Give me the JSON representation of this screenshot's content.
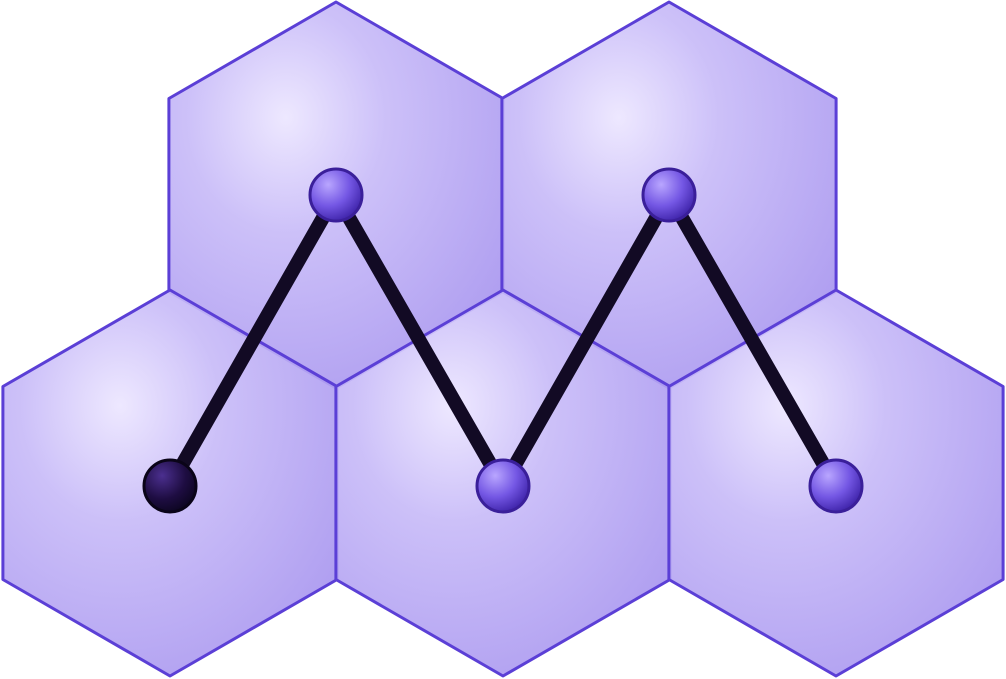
{
  "figure": {
    "description_tag": "hexagon-tiling-with-zigzag-path",
    "colors": {
      "background": "#ffffff",
      "hex_fill_light": "#d9d0fb",
      "hex_fill_mid": "#b7a7f4",
      "hex_fill_dark": "#a08cec",
      "hex_stroke": "#5b3fd6",
      "path_stroke": "#120a24",
      "node_fill": "#7b5ce6",
      "node_fill_dark": "#2a1456",
      "node_stroke": "#3a1f9a"
    },
    "hexagons": [
      {
        "id": "hex-top-left"
      },
      {
        "id": "hex-top-right"
      },
      {
        "id": "hex-bottom-left"
      },
      {
        "id": "hex-bottom-middle"
      },
      {
        "id": "hex-bottom-right"
      }
    ],
    "nodes": [
      {
        "id": "node-1",
        "variant": "dark"
      },
      {
        "id": "node-2",
        "variant": "normal"
      },
      {
        "id": "node-3",
        "variant": "normal"
      },
      {
        "id": "node-4",
        "variant": "normal"
      },
      {
        "id": "node-5",
        "variant": "normal"
      }
    ]
  }
}
